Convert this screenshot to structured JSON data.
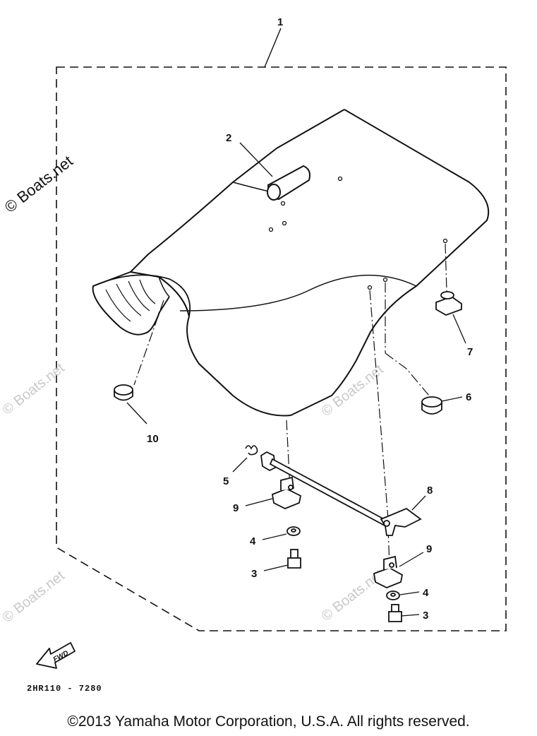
{
  "diagram": {
    "group_label": "1",
    "callouts": {
      "c2": "2",
      "c3a": "3",
      "c3b": "3",
      "c4a": "4",
      "c4b": "4",
      "c5": "5",
      "c6": "6",
      "c7": "7",
      "c8": "8",
      "c9a": "9",
      "c9b": "9",
      "c10": "10"
    },
    "fwd_label": "FWD",
    "drawing_code": "2HR110 - 7280"
  },
  "watermarks": {
    "main": "© Boats.net",
    "faint": "© Boats.net"
  },
  "footer": {
    "copyright": "©2013 Yamaha Motor Corporation, U.S.A. All rights reserved."
  },
  "colors": {
    "line": "#111111",
    "watermark": "#c9c9c9",
    "background": "#ffffff"
  }
}
